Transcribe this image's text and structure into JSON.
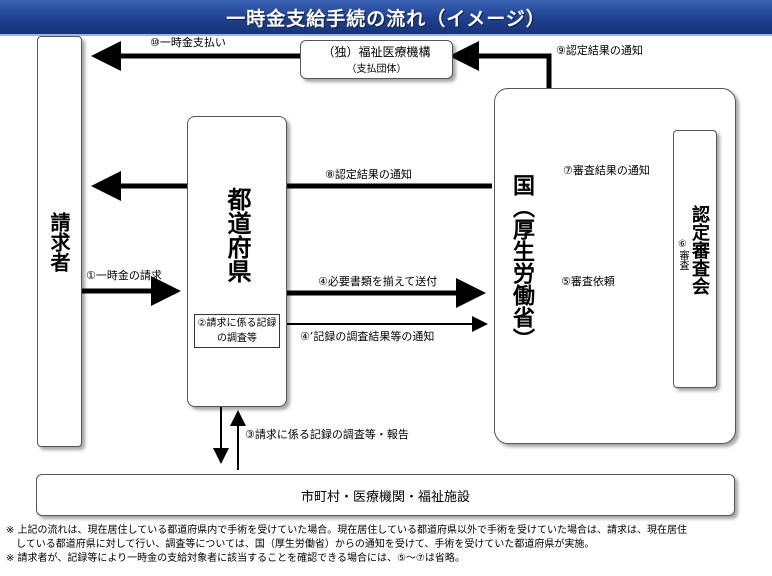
{
  "title": "一時金支給手続の流れ（イメージ）",
  "nodes": {
    "claimant": "請求者",
    "prefecture": "都道府県",
    "prefecture_sub": "②請求に係る記録の調査等",
    "mhlw": "国（厚生労働省）",
    "council": "認定審査会",
    "council_sub": "⑥審査",
    "wam_name": "（独）福祉医療機構",
    "wam_sub": "（支払団体）",
    "municipal": "市町村・医療機関・福祉施設"
  },
  "arrows": {
    "step1": "①一時金の請求",
    "step3": "③請求に係る記録の調査等・報告",
    "step4": "④必要書類を揃えて送付",
    "step4b": "④’記録の調査結果等の通知",
    "step5": "⑤審査依頼",
    "step7": "⑦審査結果の通知",
    "step8": "⑧認定結果の通知",
    "step9": "⑨認定結果の通知",
    "step10": "⑩一時金支払い"
  },
  "notes": [
    "※ 上記の流れは、現在居住している都道府県内で手術を受けていた場合。現在居住している都道府県以外で手術を受けていた場合は、請求は、現在居住",
    "　している都道府県に対して行い、調査等については、国（厚生労働省）からの通知を受けて、手術を受けていた都道府県が実施。",
    "※ 請求者が、記録等により一時金の支給対象者に該当することを確認できる場合には、⑤～⑦は省略。"
  ],
  "colors": {
    "title_bar": "#2a4ea3",
    "title_text": "#ffffff",
    "arrow": "#000000"
  }
}
